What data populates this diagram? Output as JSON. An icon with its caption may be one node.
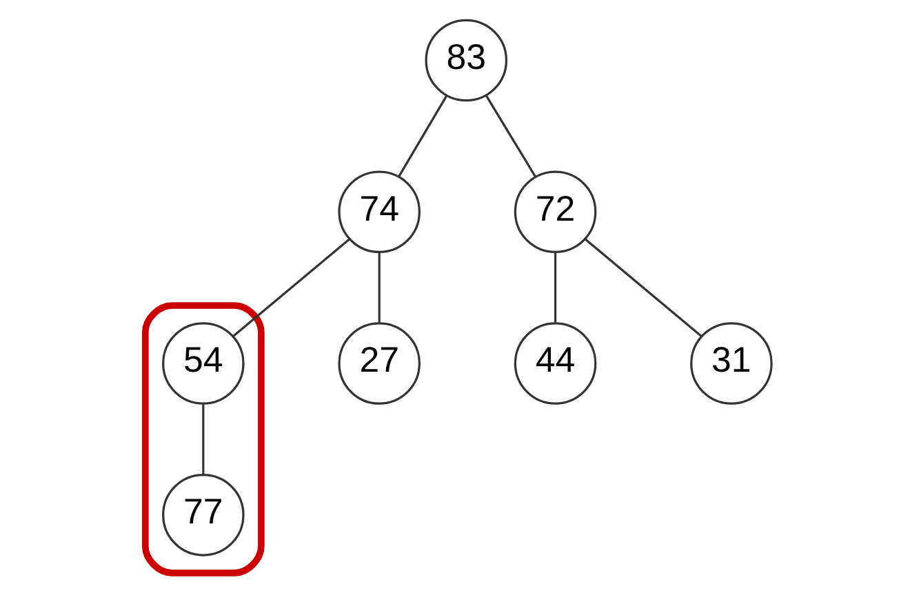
{
  "diagram": {
    "nodes": [
      {
        "text": [
          "83"
        ]
      },
      {
        "text": [
          "74"
        ]
      },
      {
        "text": [
          "72"
        ]
      },
      {
        "text": [],
        "shape": "ellipse"
      },
      {
        "text": [
          "54"
        ],
        "in": 3
      },
      {
        "text": [
          "27"
        ]
      },
      {
        "text": [
          "44"
        ]
      },
      {
        "text": [
          "31"
        ]
      },
      {
        "text": [
          "77"
        ],
        "in": 3
      }
    ],
    "edges": [
      {
        "from": 0,
        "to": 1,
        "arrow": "none"
      },
      {
        "from": 0,
        "to": 2,
        "arrow": "none"
      },
      {
        "from": 1,
        "to": 4,
        "arrow": "none"
      },
      {
        "from": 1,
        "to": 5,
        "arrow": "none"
      },
      {
        "from": 2,
        "to": 6,
        "arrow": "none"
      },
      {
        "from": 2,
        "to": 7,
        "arrow": "none"
      },
      {
        "from": 4,
        "to": 8,
        "arrow": "none"
      }
    ]
  }
}
